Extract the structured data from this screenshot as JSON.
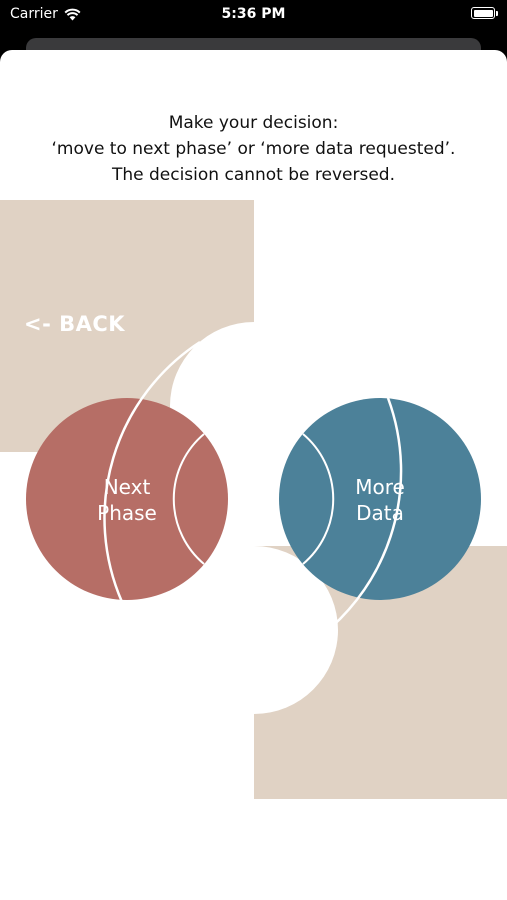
{
  "status_bar": {
    "carrier": "Carrier",
    "time": "5:36 PM",
    "wifi_icon": "wifi-icon",
    "battery_icon": "battery-icon"
  },
  "instruction": {
    "line1": "Make your decision:",
    "line2": "‘move to next phase’ or ‘more data requested’.",
    "line3": "The decision cannot be reversed."
  },
  "back_button": {
    "label": "<- BACK"
  },
  "options": {
    "next_phase": {
      "line1": "Next",
      "line2": "Phase",
      "color": "#b66e66"
    },
    "more_data": {
      "line1": "More",
      "line2": "Data",
      "color": "#4c8199"
    }
  },
  "colors": {
    "beige": "#e0d2c4",
    "background": "#ffffff",
    "text": "#111111"
  }
}
